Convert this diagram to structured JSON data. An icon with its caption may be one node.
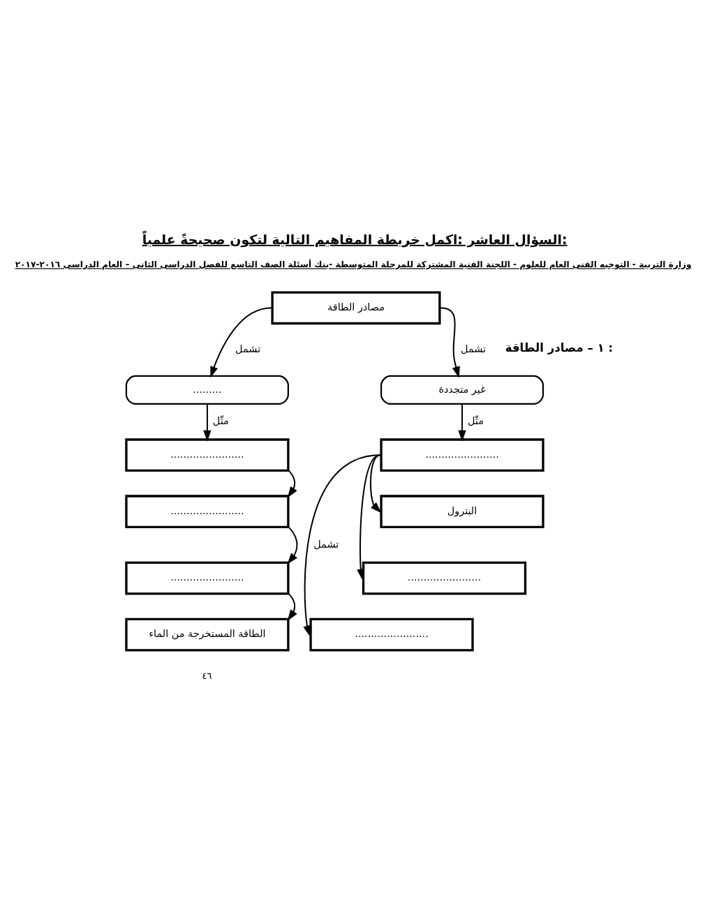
{
  "diagram": {
    "title": "السؤال العاشر :اكمل خريطة المفاهيم التالية لتكون صحيحةً علمياً:",
    "nodes": [
      {
        "text": [
          "مصادر الطاقة"
        ]
      },
      {
        "text": [
          "غير متجددة"
        ]
      },
      {
        "text": [
          "........."
        ]
      },
      {
        "text": [
          "......................."
        ]
      },
      {
        "text": [
          "البترول"
        ]
      },
      {
        "text": [
          "......................."
        ]
      },
      {
        "text": [
          "......................."
        ]
      },
      {
        "text": [
          "......................."
        ]
      },
      {
        "text": [
          "......................."
        ]
      },
      {
        "text": [
          "......................."
        ]
      },
      {
        "text": [
          "الطاقة المستخرجة من الماء"
        ]
      }
    ],
    "edges": [
      {
        "from": 0,
        "to": 1,
        "arrow": "to",
        "label": "تشمل"
      },
      {
        "from": 0,
        "to": 2,
        "arrow": "to",
        "label": "تشمل"
      },
      {
        "from": 1,
        "to": 3,
        "arrow": "to",
        "label": "مثّل"
      },
      {
        "from": 2,
        "to": 7,
        "arrow": "to",
        "label": "مثّل"
      },
      {
        "from": 3,
        "to": 6,
        "arrow": "to",
        "label": "تشمل"
      },
      {
        "from": 3,
        "to": 5,
        "arrow": "to"
      },
      {
        "from": 3,
        "to": 4,
        "arrow": "to"
      },
      {
        "from": 7,
        "to": 8,
        "arrow": "to"
      },
      {
        "from": 8,
        "to": 9,
        "arrow": "to"
      },
      {
        "from": 9,
        "to": 10,
        "arrow": "to"
      }
    ],
    "labels": [
      "وزارة التربية - التوجيه الفنى العام للعلوم - اللجنة الفنية المشتركة للمرحلة المتوسطة -بنك أسئلة الصف التاسع للفصل الدراسى الثانى – العام الدراسى ٢٠١٦-٢٠١٧",
      "١ – مصادر الطاقة :",
      "٤٦"
    ]
  }
}
